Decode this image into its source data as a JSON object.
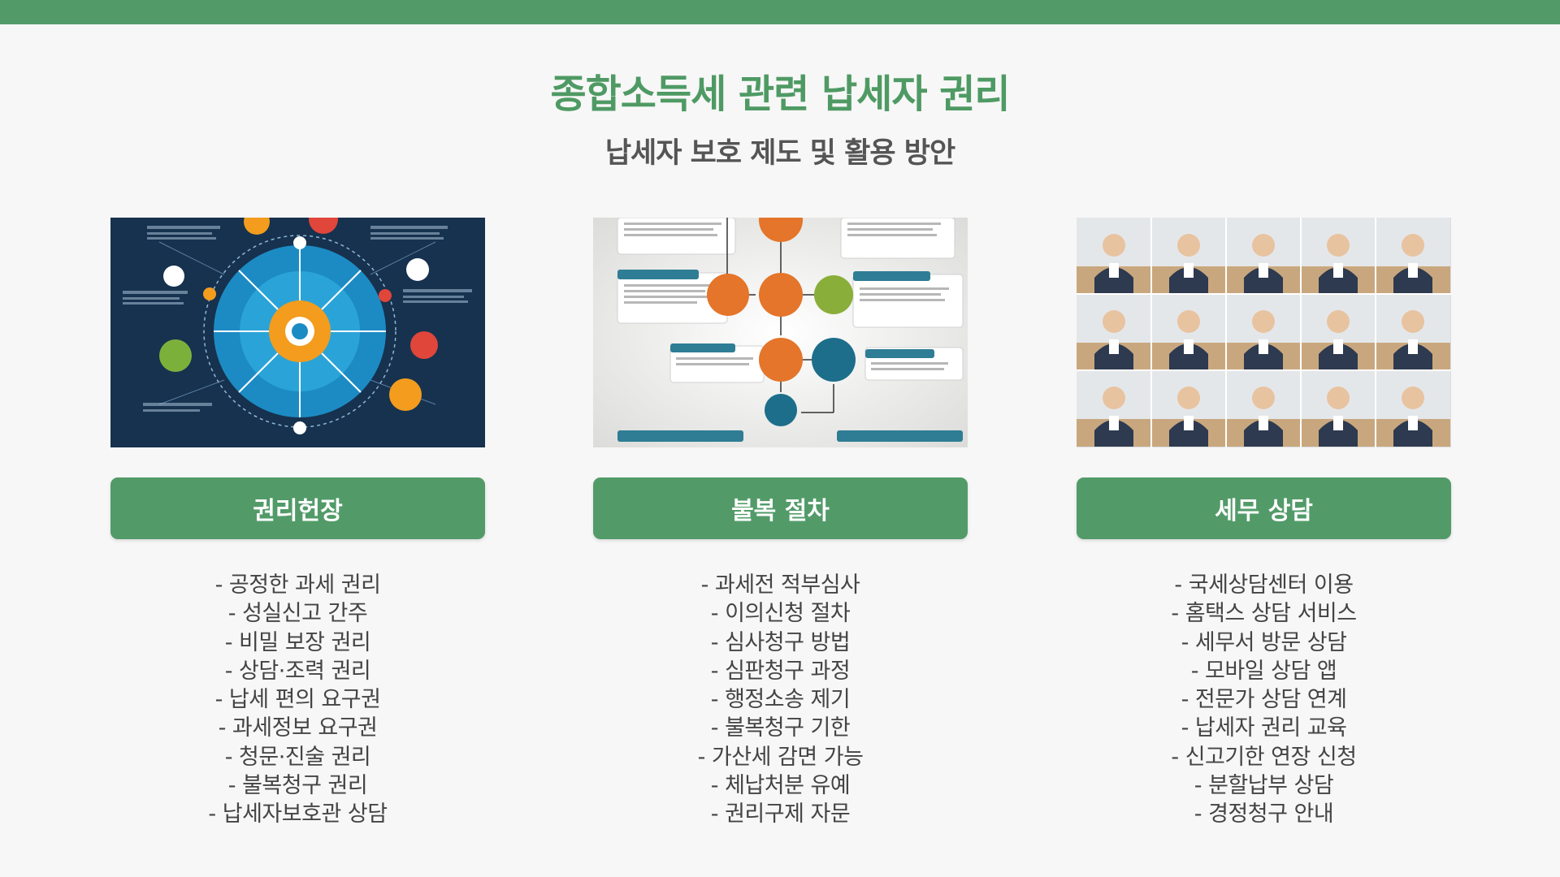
{
  "title": "종합소득세 관련 납세자 권리",
  "subtitle": "납세자 보호 제도 및 활용 방안",
  "colors": {
    "accent": "#529b69",
    "title": "#4f9a64",
    "text": "#444444"
  },
  "columns": [
    {
      "image_icon": "rights-circle-infographic-icon",
      "heading": "권리헌장",
      "items": [
        "- 공정한 과세 권리",
        "- 성실신고 간주",
        "- 비밀 보장 권리",
        "- 상담·조력 권리",
        "- 납세 편의 요구권",
        "- 과세정보 요구권",
        "- 청문·진술 권리",
        "- 불복청구 권리",
        "- 납세자보호관 상담"
      ]
    },
    {
      "image_icon": "appeal-flowchart-icon",
      "heading": "불복 절차",
      "items": [
        "- 과세전 적부심사",
        "- 이의신청 절차",
        "- 심사청구 방법",
        "- 심판청구 과정",
        "- 행정소송 제기",
        "- 불복청구 기한",
        "- 가산세 감면 가능",
        "- 체납처분 유예",
        "- 권리구제 자문"
      ]
    },
    {
      "image_icon": "consultants-photo-grid-icon",
      "heading": "세무 상담",
      "items": [
        "- 국세상담센터 이용",
        "- 홈택스 상담 서비스",
        "- 세무서 방문 상담",
        "- 모바일 상담 앱",
        "- 전문가 상담 연계",
        "- 납세자 권리 교육",
        "- 신고기한 연장 신청",
        "- 분할납부 상담",
        "- 경정청구 안내"
      ]
    }
  ]
}
